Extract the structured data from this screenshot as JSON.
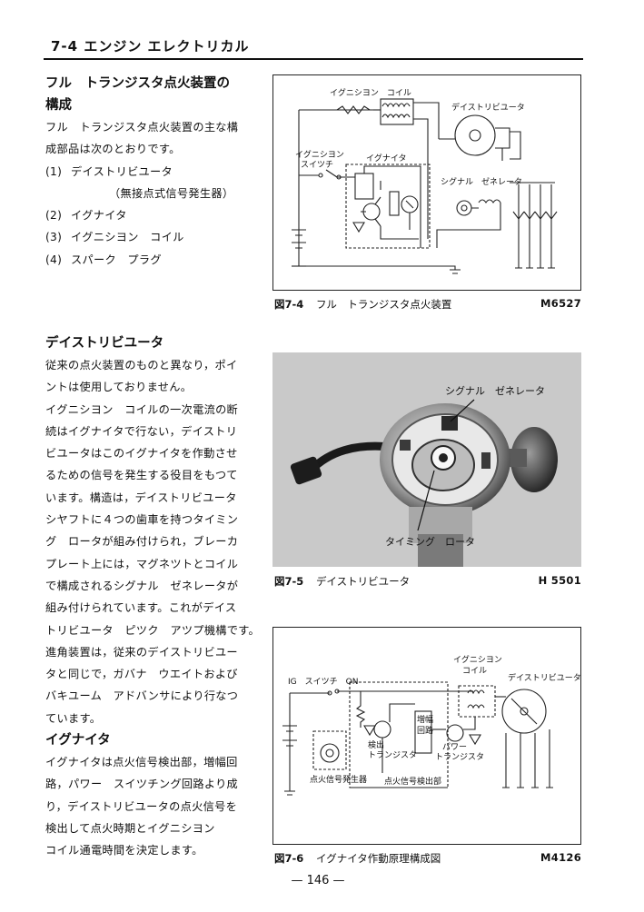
{
  "header": {
    "title": "7-4 エンジン エレクトリカル"
  },
  "section1": {
    "title_line1": "フル　トランジスタ点火装置の",
    "title_line2": "構成",
    "intro1": "フル　トランジスタ点火装置の主な構",
    "intro2": "成部品は次のとおりです。",
    "items": [
      {
        "num": "(1)",
        "label": "デイストリビユータ"
      },
      {
        "num": "",
        "label": "（無接点式信号発生器）"
      },
      {
        "num": "(2)",
        "label": "イグナイタ"
      },
      {
        "num": "(3)",
        "label": "イグニシヨン　コイル"
      },
      {
        "num": "(4)",
        "label": "スパーク　プラグ"
      }
    ]
  },
  "section2": {
    "title": "デイストリビユータ",
    "lines": [
      "従来の点火装置のものと異なり，ポイ",
      "ントは使用しておりません。",
      "イグニシヨン　コイルの一次電流の断",
      "続はイグナイタで行ない，デイストリ",
      "ビユータはこのイグナイタを作動させ",
      "るための信号を発生する役目をもつて",
      "います。構造は，デイストリビユータ",
      "シヤフトに４つの歯車を持つタイミン",
      "グ　ロータが組み付けられ，ブレーカ",
      "プレート上には，マグネツトとコイル",
      "で構成されるシグナル　ゼネレータが",
      "組み付けられています。これがデイス",
      "トリビユータ　ピツク　アツプ機構です。",
      "進角装置は，従来のデイストリビユー",
      "タと同じで，ガバナ　ウエイトおよび",
      "バキユーム　アドバンサにより行なつ",
      "ています。"
    ]
  },
  "section3": {
    "title": "イグナイタ",
    "lines": [
      "イグナイタは点火信号検出部，増幅回",
      "路，パワー　スイツチング回路より成",
      "り，デイストリビユータの点火信号を",
      "検出して点火時期とイグニシヨン",
      "コイル通電時間を決定します。"
    ]
  },
  "fig1": {
    "caption_label": "図7-4",
    "caption_text": "フル　トランジスタ点火装置",
    "code": "M6527",
    "labels": {
      "coil": "イグニシヨン　コイル",
      "distributor": "デイストリビユータ",
      "switch1": "イグニシヨン",
      "switch2": "スイツチ",
      "igniter": "イグナイタ",
      "signal": "シグナル　ゼネレータ"
    }
  },
  "fig2": {
    "caption_label": "図7-5",
    "caption_text": "デイストリビユータ",
    "code": "H 5501",
    "labels": {
      "signal": "シグナル　ゼネレータ",
      "timing": "タイミング　ロータ"
    }
  },
  "fig3": {
    "caption_label": "図7-6",
    "caption_text": "イグナイタ作動原理構成図",
    "code": "M4126",
    "labels": {
      "ig_switch": "IG　スイツチ　ON",
      "coil1": "イグニシヨン",
      "coil2": "コイル",
      "distributor": "デイストリビユータ",
      "amp1": "増幅",
      "amp2": "回路",
      "det_tr1": "検出",
      "det_tr2": "トランジスタ",
      "pow_tr1": "パワー",
      "pow_tr2": "トランジスタ",
      "gen": "点火信号発生器",
      "det": "点火信号検出部"
    }
  },
  "footer": {
    "page": "— 146 —"
  }
}
